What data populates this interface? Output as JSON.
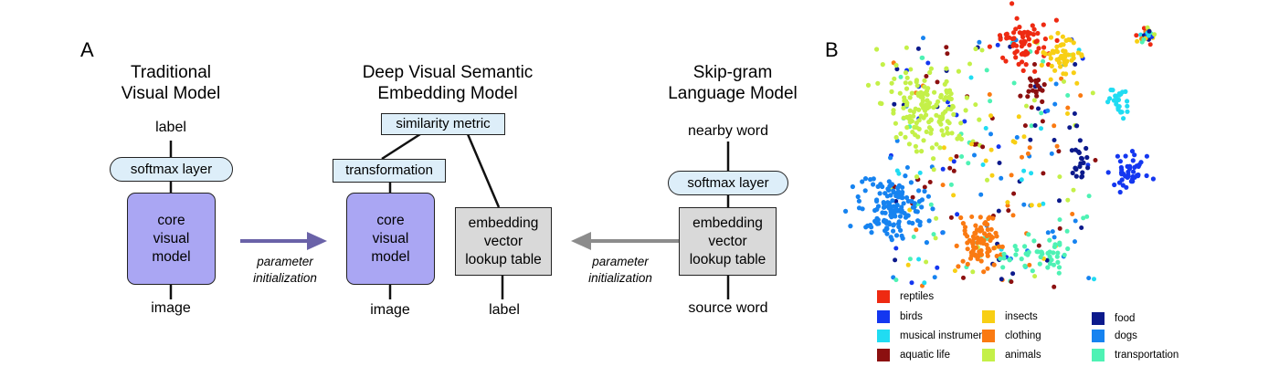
{
  "panel_a": {
    "letter": "A",
    "traditional": {
      "title_line1": "Traditional",
      "title_line2": "Visual Model",
      "label": "label",
      "softmax": "softmax layer",
      "core_line1": "core",
      "core_line2": "visual",
      "core_line3": "model",
      "image": "image"
    },
    "devise": {
      "title_line1": "Deep Visual Semantic",
      "title_line2": "Embedding Model",
      "similarity": "similarity metric",
      "transformation": "transformation",
      "core_line1": "core",
      "core_line2": "visual",
      "core_line3": "model",
      "embed_line1": "embedding",
      "embed_line2": "vector",
      "embed_line3": "lookup table",
      "image": "image",
      "label": "label"
    },
    "skipgram": {
      "title_line1": "Skip-gram",
      "title_line2": "Language Model",
      "nearby": "nearby word",
      "softmax": "softmax layer",
      "embed_line1": "embedding",
      "embed_line2": "vector",
      "embed_line3": "lookup table",
      "source": "source word"
    },
    "arrow_left": {
      "line1": "parameter",
      "line2": "initialization",
      "color": "#6a62a8"
    },
    "arrow_right": {
      "line1": "parameter",
      "line2": "initialization",
      "color": "#8c8c8c"
    }
  },
  "panel_b": {
    "letter": "B",
    "categories": [
      {
        "name": "reptiles",
        "color": "#ee2a12"
      },
      {
        "name": "birds",
        "color": "#1437f0"
      },
      {
        "name": "musical instruments",
        "color": "#20dcf2"
      },
      {
        "name": "aquatic life",
        "color": "#8c1010"
      },
      {
        "name": "insects",
        "color": "#f8cf14"
      },
      {
        "name": "clothing",
        "color": "#fa7a12"
      },
      {
        "name": "animals",
        "color": "#c4f048"
      },
      {
        "name": "food",
        "color": "#0c1a8c"
      },
      {
        "name": "dogs",
        "color": "#1683f0"
      },
      {
        "name": "transportation",
        "color": "#4ef2b4"
      }
    ]
  }
}
